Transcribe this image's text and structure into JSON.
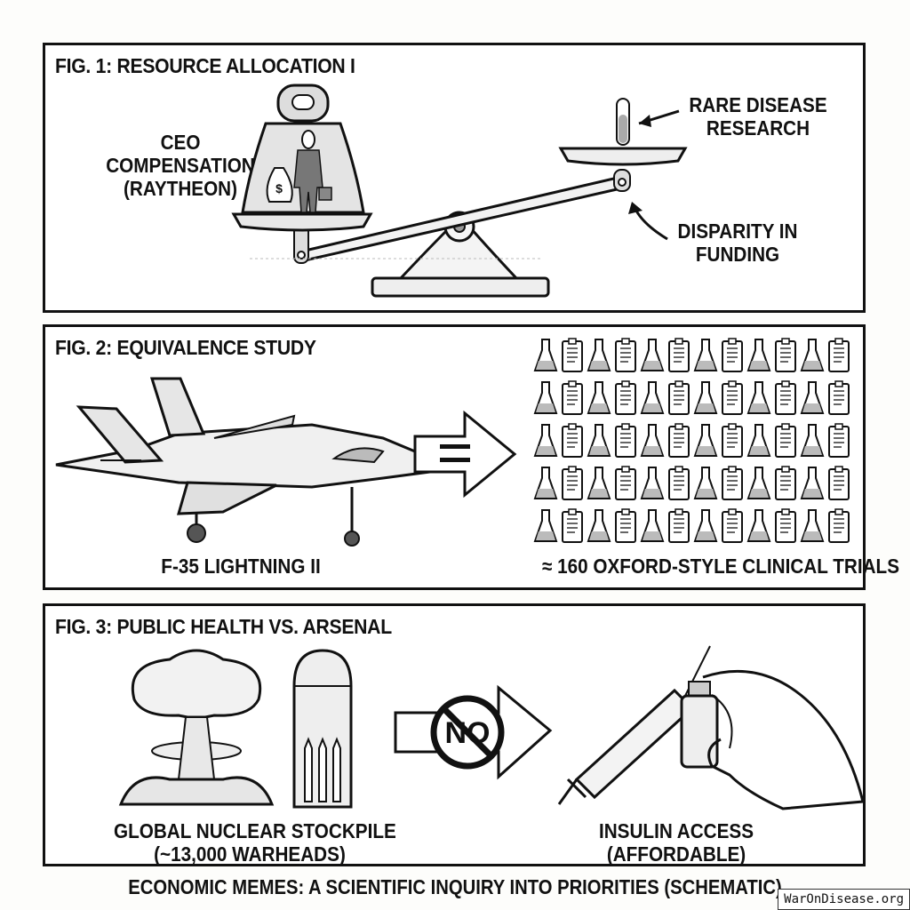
{
  "panels": [
    {
      "title": "FIG. 1: RESOURCE ALLOCATION I",
      "labels": {
        "left_weight": "CEO\nCOMPENSATION\n(RAYTHEON)",
        "left_line1": "CEO",
        "left_line2": "COMPENSATION",
        "left_line3": "(RAYTHEON)",
        "right_top_line1": "RARE DISEASE",
        "right_top_line2": "RESEARCH",
        "right_bottom_line1": "DISPARITY IN",
        "right_bottom_line2": "FUNDING"
      },
      "icons": [
        "kettlebell-weight-icon",
        "businessman-icon",
        "money-bag-icon",
        "briefcase-icon",
        "balance-scale-icon",
        "test-tube-icon",
        "arrow-icon"
      ]
    },
    {
      "title": "FIG. 2: EQUIVALENCE STUDY",
      "left_caption": "F-35 LIGHTNING II",
      "right_caption": "≈ 160 OXFORD-STYLE CLINICAL TRIALS",
      "arrow_symbol": "=",
      "grid": {
        "rows": 5,
        "cols": 12,
        "pattern": [
          "flask",
          "clipboard"
        ]
      },
      "icons": [
        "fighter-jet-icon",
        "equals-arrow-icon",
        "flask-icon",
        "clipboard-icon"
      ]
    },
    {
      "title": "FIG. 3: PUBLIC HEALTH VS. ARSENAL",
      "left_caption_line1": "GLOBAL NUCLEAR STOCKPILE",
      "left_caption_line2": "(~13,000 WARHEADS)",
      "right_caption_line1": "INSULIN ACCESS",
      "right_caption_line2": "(AFFORDABLE)",
      "arrow_symbol": "NO",
      "icons": [
        "mushroom-cloud-icon",
        "missile-silo-icon",
        "no-arrow-icon",
        "syringe-icon",
        "insulin-vial-icon",
        "hand-icon"
      ]
    }
  ],
  "footer": "ECONOMIC MEMES: A SCIENTIFIC INQUIRY INTO PRIORITIES (SCHEMATIC)",
  "watermark": "WarOnDisease.org"
}
